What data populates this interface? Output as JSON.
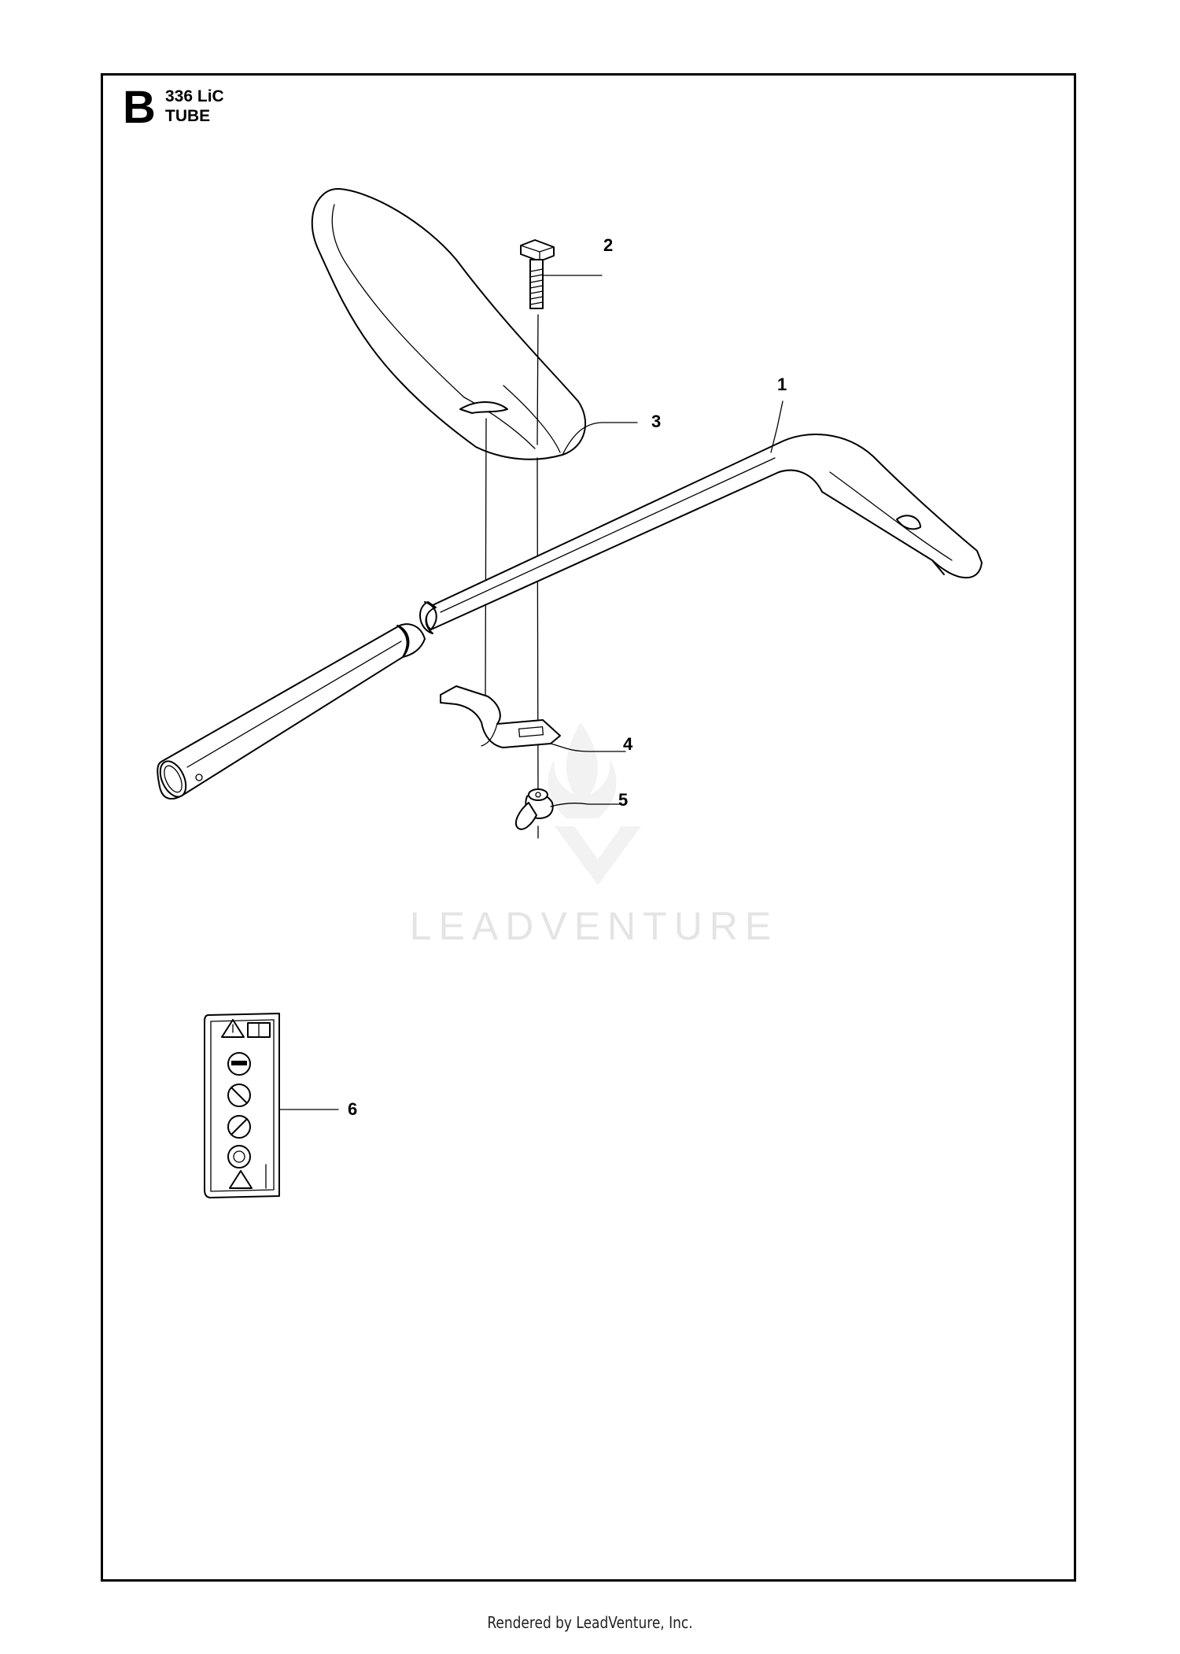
{
  "header": {
    "section_letter": "B",
    "model": "336 LiC",
    "title": "TUBE"
  },
  "callouts": [
    "1",
    "2",
    "3",
    "4",
    "5",
    "6"
  ],
  "watermark": {
    "text": "LEADVENTURE"
  },
  "footer": {
    "text": "Rendered by LeadVenture, Inc."
  },
  "colors": {
    "line": "#000000",
    "watermark": "#e4e4e4",
    "background": "#ffffff"
  }
}
